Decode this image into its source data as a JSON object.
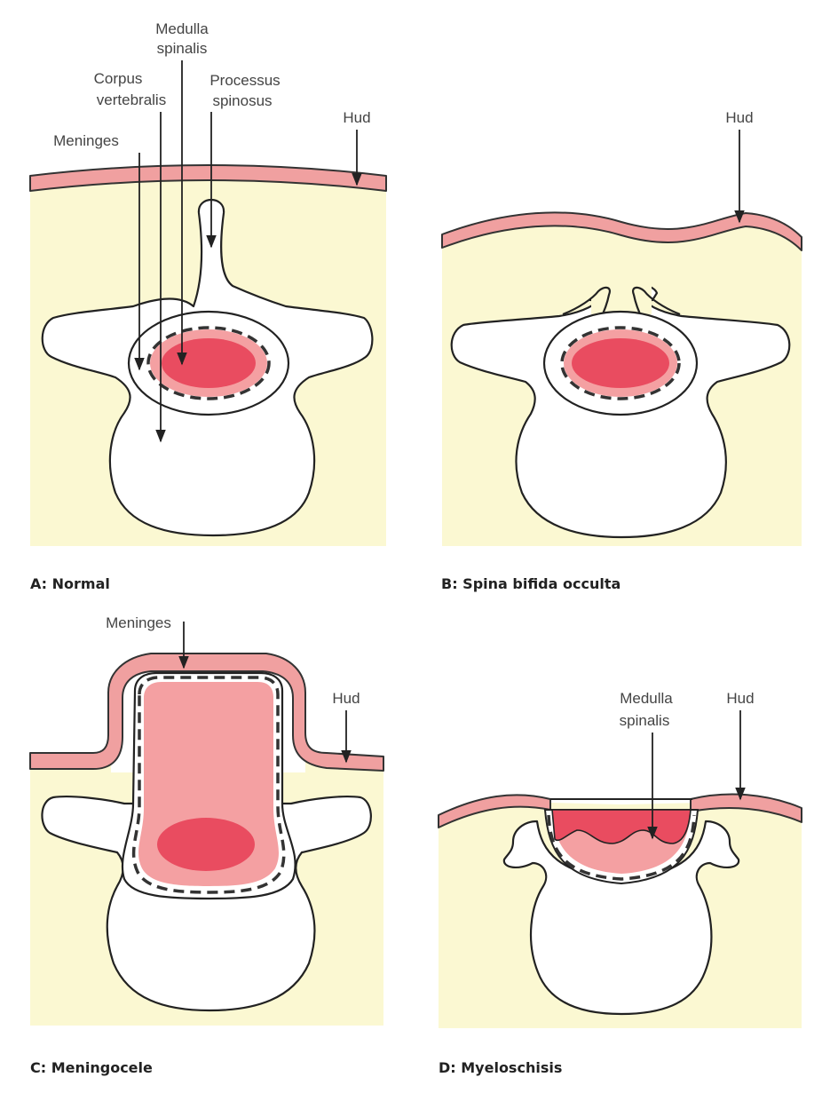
{
  "panels": {
    "a": {
      "caption": "A:  Normal",
      "labels": {
        "medulla_line1": "Medulla",
        "medulla_line2": "spinalis",
        "corpus_line1": "Corpus",
        "corpus_line2": "vertebralis",
        "processus_line1": "Processus",
        "processus_line2": "spinosus",
        "meninges": "Meninges",
        "hud": "Hud"
      }
    },
    "b": {
      "caption": "B:  Spina bifida occulta",
      "labels": {
        "hud": "Hud"
      }
    },
    "c": {
      "caption": "C:  Meningocele",
      "labels": {
        "meninges": "Meninges",
        "hud": "Hud"
      }
    },
    "d": {
      "caption": "D:  Myeloschisis",
      "labels": {
        "medulla_line1": "Medulla",
        "medulla_line2": "spinalis",
        "hud": "Hud"
      }
    }
  },
  "colors": {
    "tissue": "#fbf8d2",
    "skin": "#f0a0a0",
    "csf": "#f4a0a2",
    "spinal_cord": "#e94c60",
    "bone": "#ffffff",
    "outline": "#222222"
  }
}
